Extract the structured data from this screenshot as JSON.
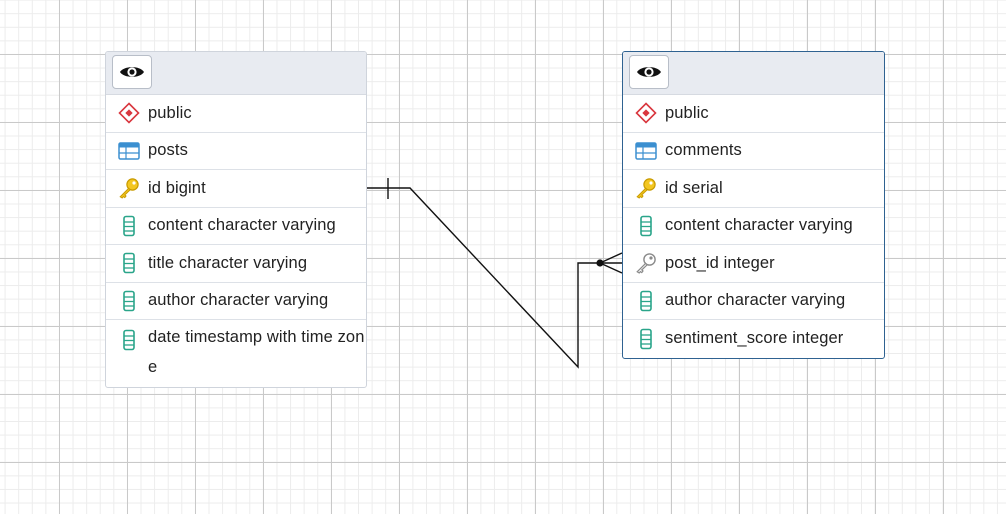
{
  "diagram": {
    "tables": [
      {
        "id": "posts",
        "selected": false,
        "schema": "public",
        "name": "posts",
        "columns": [
          {
            "label": "id bigint",
            "icon": "primary-key-icon"
          },
          {
            "label": "content character varying",
            "icon": "column-icon"
          },
          {
            "label": "title character varying",
            "icon": "column-icon"
          },
          {
            "label": "author character varying",
            "icon": "column-icon"
          },
          {
            "label": "date timestamp with time zone",
            "icon": "column-icon"
          }
        ]
      },
      {
        "id": "comments",
        "selected": true,
        "schema": "public",
        "name": "comments",
        "columns": [
          {
            "label": "id serial",
            "icon": "primary-key-icon"
          },
          {
            "label": "content character varying",
            "icon": "column-icon"
          },
          {
            "label": "post_id integer",
            "icon": "foreign-key-icon"
          },
          {
            "label": "author character varying",
            "icon": "column-icon"
          },
          {
            "label": "sentiment_score integer",
            "icon": "column-icon"
          }
        ]
      }
    ],
    "relationships": [
      {
        "from": "posts.id",
        "to": "comments.post_id",
        "from_cardinality": "one",
        "to_cardinality": "many"
      }
    ],
    "colors": {
      "selected_border": "#2f6291",
      "schema_icon": "#d9363e",
      "table_icon": "#3b8fd0",
      "column_icon": "#2aa58a",
      "primary_key_icon": "#e6b400",
      "foreign_key_icon": "#8a8a8a"
    }
  }
}
